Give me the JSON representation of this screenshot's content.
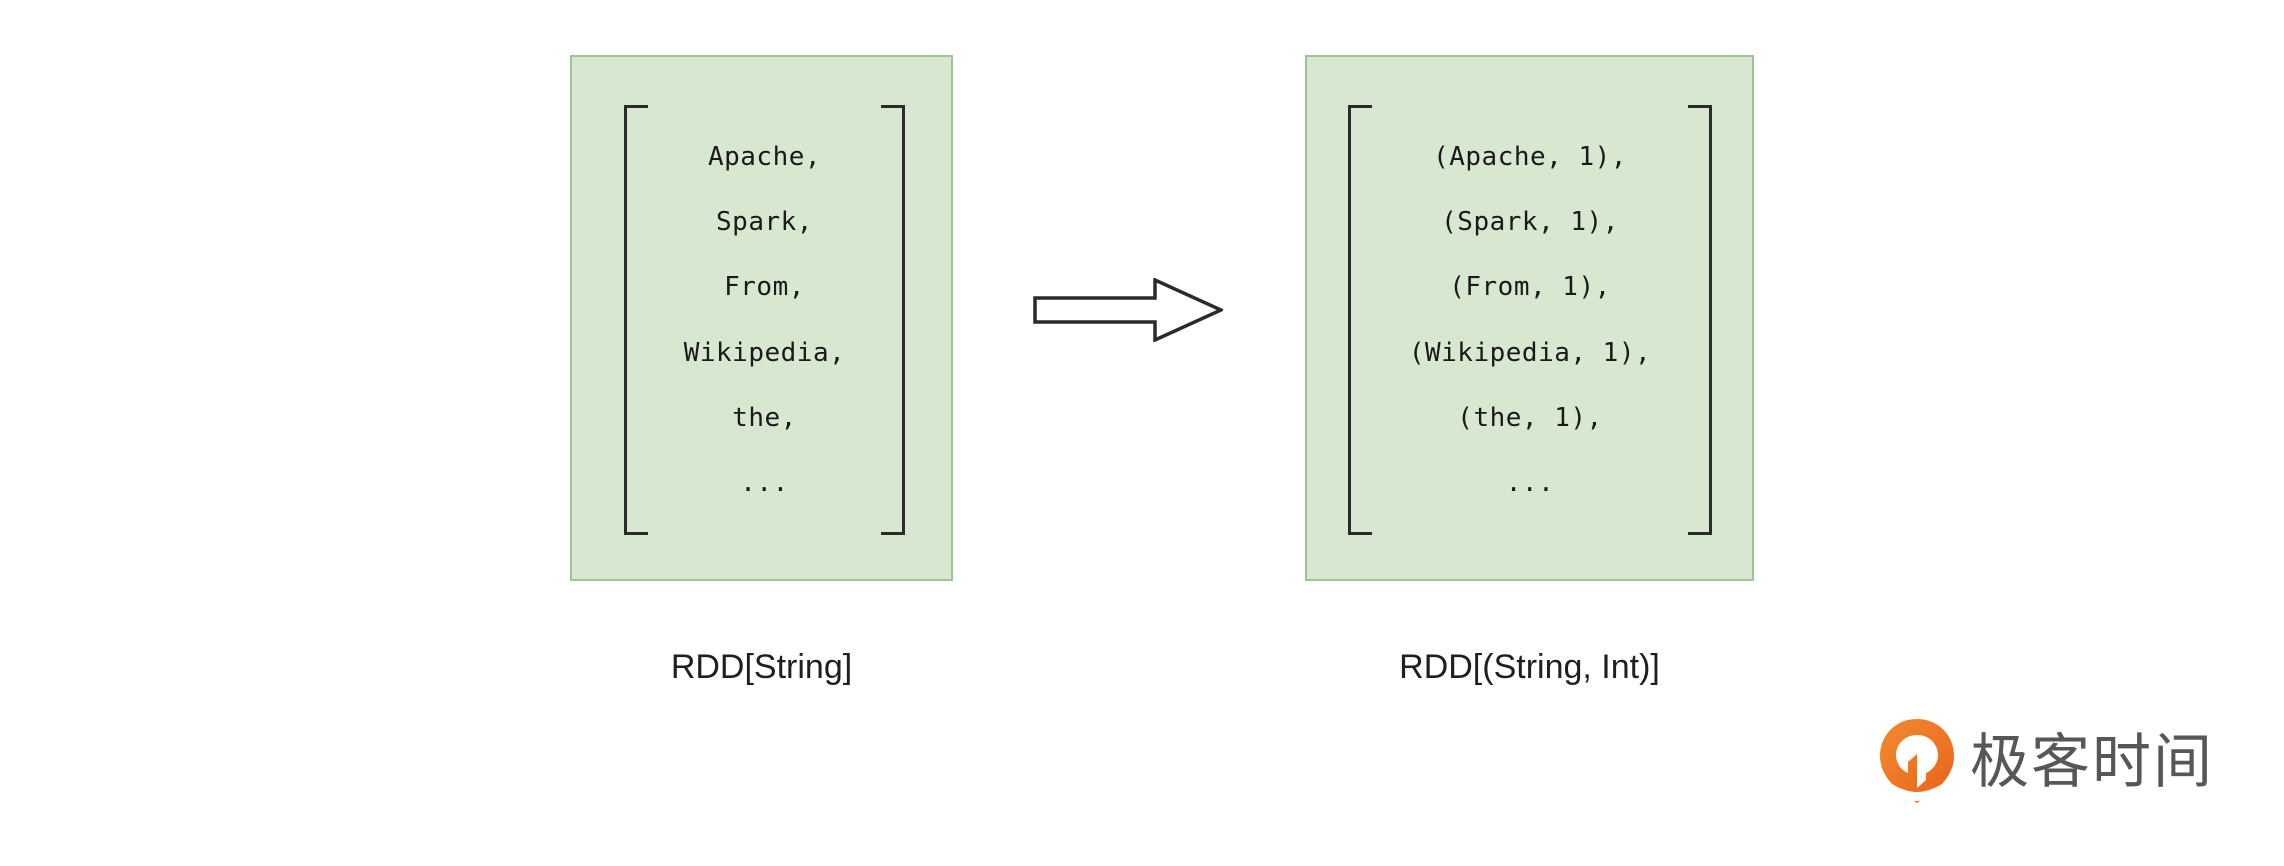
{
  "diagram": {
    "type": "rdd-map-transformation",
    "left_box": {
      "caption": "RDD[String]",
      "bracket_open": "[",
      "bracket_close": "]",
      "elements": [
        "Apache,",
        "Spark,",
        "From,",
        "Wikipedia,",
        "the,",
        "..."
      ]
    },
    "right_box": {
      "caption": "RDD[(String, Int)]",
      "bracket_open": "[",
      "bracket_close": "]",
      "elements": [
        "(Apache, 1),",
        "(Spark, 1),",
        "(From, 1),",
        "(Wikipedia, 1),",
        "(the, 1),",
        "..."
      ]
    },
    "arrow": {
      "icon": "right-arrow-icon",
      "direction": "right",
      "style": "hollow-outline"
    }
  },
  "branding": {
    "wordmark": "极客时间",
    "mark_icon": "geektime-pin-icon",
    "mark_color": "#ef7523",
    "wordmark_color": "#555759"
  },
  "colors": {
    "box_fill": "#d8e8d0",
    "box_border": "#9fc48f",
    "ink": "#1a1a1a",
    "background": "#ffffff"
  }
}
